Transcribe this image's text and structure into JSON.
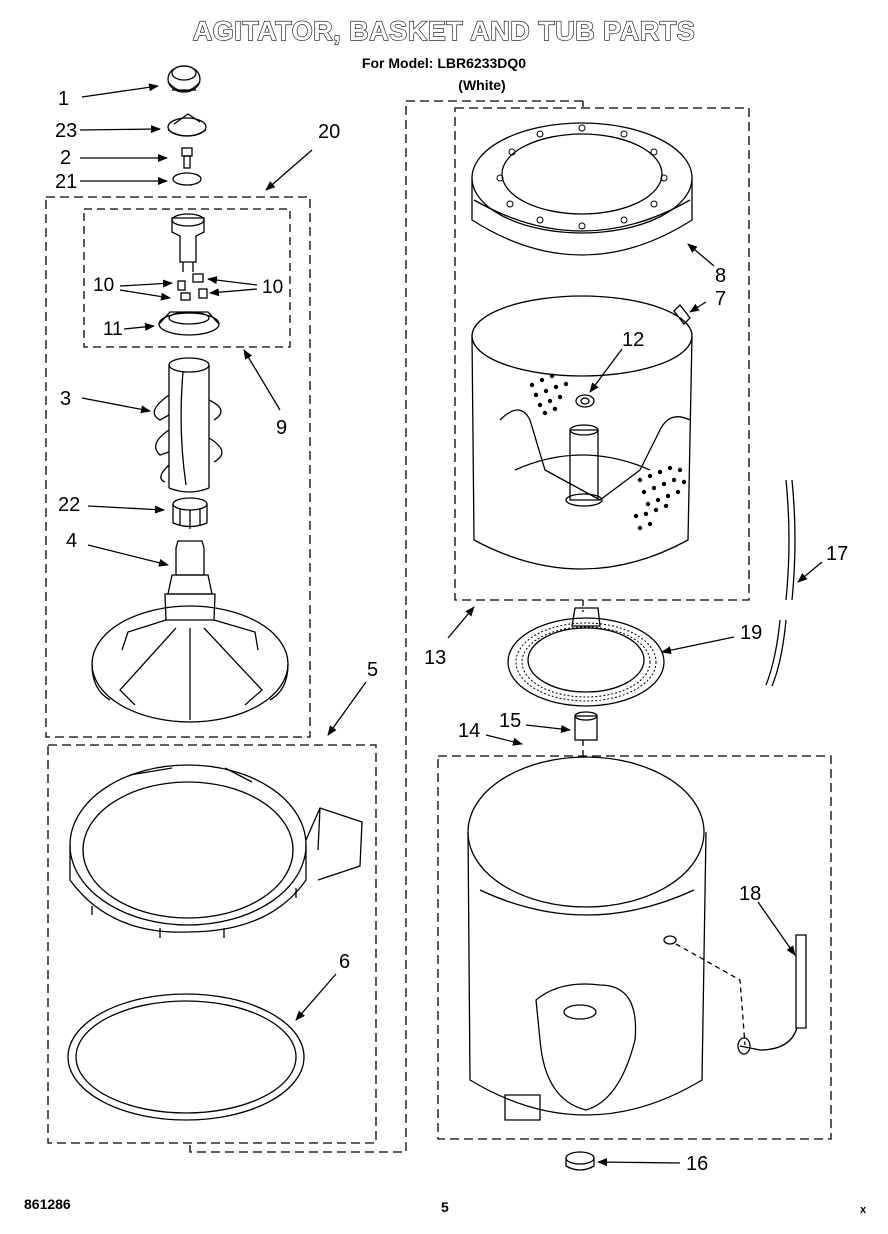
{
  "header": {
    "title": "AGITATOR, BASKET AND TUB PARTS",
    "model_line": "For Model: LBR6233DQ0",
    "color_line": "(White)"
  },
  "callouts": {
    "c1": "1",
    "c23": "23",
    "c2": "2",
    "c21": "21",
    "c20": "20",
    "c10a": "10",
    "c10b": "10",
    "c11": "11",
    "c9": "9",
    "c3": "3",
    "c22": "22",
    "c4": "4",
    "c5": "5",
    "c6": "6",
    "c8": "8",
    "c7": "7",
    "c12": "12",
    "c13": "13",
    "c19": "19",
    "c17": "17",
    "c14": "14",
    "c15": "15",
    "c18": "18",
    "c16": "16"
  },
  "footer": {
    "doc_number": "861286",
    "page_number": "5",
    "corner_mark": "x"
  }
}
